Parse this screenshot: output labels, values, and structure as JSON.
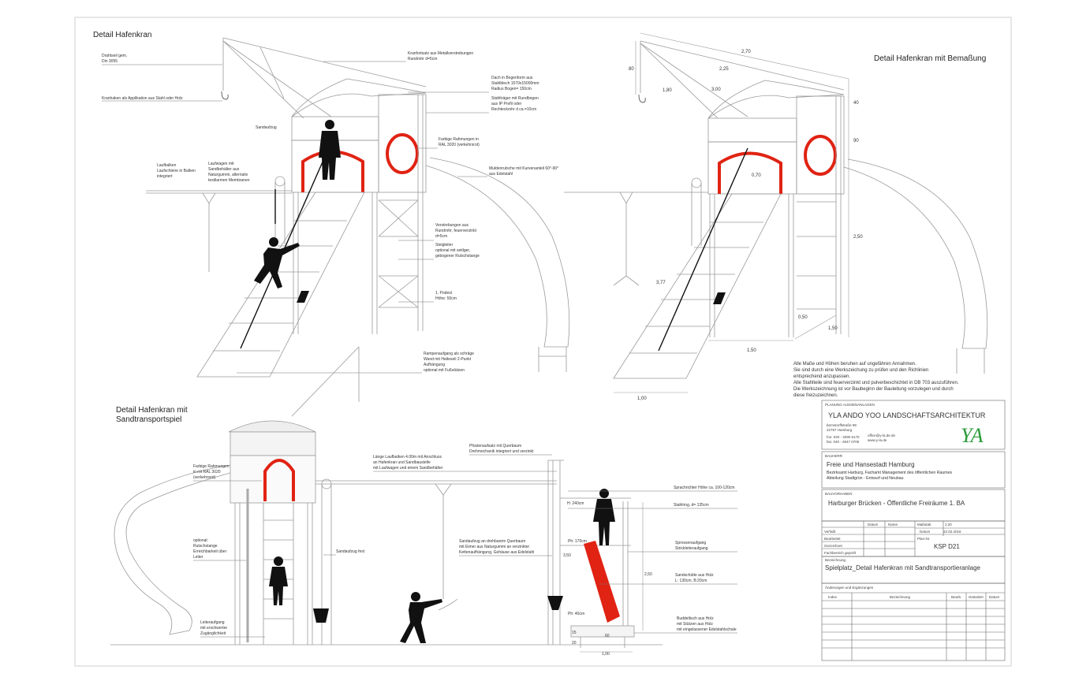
{
  "titles": {
    "detail": "Detail Hafenkran",
    "dimensioned": "Detail Hafenkran mit Bemaßung",
    "sand_line1": "Detail Hafenkran mit",
    "sand_line2": "Sandtransportspiel"
  },
  "labels_left": {
    "drahtseil": [
      "Drahtseil gem.",
      "Din 3055"
    ],
    "kranhaken": "Kranhaken als Applikation aus Stahl oder Holz",
    "sandaufzug": "Sandaufzug",
    "laufbalken": [
      "Laufbalken",
      "Laufschiene in Balken",
      "integriert"
    ],
    "laufwagen": [
      "Laufwagen mit",
      "Sandbehälter aus",
      "Naturgummi, alternativ",
      "textilarmen Membranen"
    ],
    "kranfortsatz": [
      "Kranfortsatz aus Metallverstrebungen",
      "Rundrohr d=5cm"
    ],
    "dach": [
      "Dach in Bogenform aus",
      "Stahlblech 1570x15000mm",
      "Radius Bogen= 150cm"
    ],
    "stahltraeger": [
      "Stahlträger mit Rundbogen",
      "aus IP Profil oder",
      "Rechteckrohr d ca.=10cm"
    ],
    "rahmungen": [
      "Farbige Rahmungen in",
      "RAL 3020 (verkehrsrot)"
    ],
    "rutsche": [
      "Muldenrutsche mit Kurvenanteil 60°-90°",
      "aus Edelstahl"
    ],
    "verstrebungen": [
      "Verstrebungen aus",
      "Rundrohr, feuerverzinkt",
      "d=5cm"
    ],
    "steigleiter": [
      "Steigleiter",
      "optional mit seitlger,",
      "gebogener Rutschstange"
    ],
    "podest": [
      "1. Podest",
      "Höhe: 50cm"
    ],
    "rampe": [
      "Rampenaufgang als schräge",
      "Wand mit Halteseil 2-Punkt",
      "Aufhängung",
      "optional mit Fußstützen"
    ]
  },
  "dimensions_right": [
    "2,70",
    "2,25",
    "3,00",
    "1,80",
    "80",
    "40",
    "90",
    "0,70",
    "2,50",
    "3,77",
    "0,50",
    "1,50",
    "1,50",
    "1,00"
  ],
  "note": [
    "Alle Maße und Höhen beruhen auf ungefähren Annahmen.",
    "Sie sind durch eine Werkszeichung zu prüfen und den Richlinien",
    "entsprechend anzupassen.",
    "Alle Stahlteile sind feuerverzinkt und pulverbeschichtet in DB 703 auszuführen.",
    "Die Werkszeichnung ist vor Baubeginn der Bauleitung vorzulegen und durch",
    "diese freizuzeichnen."
  ],
  "labels_bottom": {
    "rahmungen": [
      "Farbige Rahmungen",
      "in rot RAL 3020",
      "(verkehrsrot)"
    ],
    "rutschstange": [
      "optional:",
      "Rutschstange",
      "Erreichbarkeit über",
      "Leiter"
    ],
    "leiteraufgang": [
      "Leiteraufgang",
      "mit erschwerter",
      "Zugänglichkeit"
    ],
    "laufbalken": [
      "Länge Laufbalken 4.00m mit Anschluss",
      "an Hafenkran und Sandbaustelle",
      "mit Laufwagen und einem Sandbehälter"
    ],
    "sandaufzug_fest": "Sandaufzug fest",
    "pfostenaufsatz": [
      "Pfostenaufsatz mit Querbaum",
      "Drehmechanik integriert und verzinkt"
    ],
    "sandaufzug_dreh": [
      "Sandaufzug an drehbarem Querbaum",
      "mit Eimer aus Naturgummi an verzinkter",
      "Kettenaufhängung, Gehäuse aus Edelstahl"
    ],
    "sprachrichter": "Sprachrichter Höhe ca. 100-120cm",
    "stahlring": "Stahlring, d= 135cm",
    "sprossen": [
      "Sprossenaufgang",
      "Strickleiteraufgang"
    ],
    "sandschuette": [
      "Sandschütte aus Holz",
      "L: 130cm, B:20cm"
    ],
    "buddeltisch": [
      "Buddeltisch aus Holz",
      "mit Stützen aus Holz",
      "mit eingelassener Edelstahlschale"
    ],
    "dims": [
      "H: 240cm",
      "Ph: 170cm",
      "3,50",
      "2,50",
      "Ph: 40cm",
      "60",
      "1,00",
      "15",
      "20"
    ]
  },
  "titleblock": {
    "planung_hdr": "PLANUNG AUSSENANLAGEN",
    "firm": "YLA   ANDO YOO LANDSCHAFTSARCHITEKTUR",
    "address": [
      "bernstorffstraße 99",
      "22767 Hamburg"
    ],
    "phone": [
      "fon: 040 - 3290 5170",
      "fax: 040 - 2847 0705"
    ],
    "mail": [
      "office@y-la.de.de",
      "www.y-la.de"
    ],
    "logo": "YA",
    "bauherr_hdr": "BAUHERR",
    "bauherr": "Freie und Hansestadt Hamburg",
    "bauherr_sub": [
      "Bezirksamt Harburg, Fachamt Management des öffentlichen Raumes",
      "Abteilung Stadtgrün - Entwurf und Neubau"
    ],
    "vorhaben_hdr": "BAUVORHABEN",
    "vorhaben": "Harburger Brücken - Öffentliche Freiräume 1. BA",
    "grid_head": [
      "Datum",
      "Name",
      "Maßstab",
      "1:20"
    ],
    "grid_rows": [
      "Verfaßt",
      "Bearbeitet",
      "Gezeichnet",
      "Fachbereich geprüft"
    ],
    "datum_lbl": "Datum",
    "datum_val": "22.02.2016",
    "plan_nr_lbl": "Plan-Nr.",
    "plan_nr": "KSP D21",
    "bezeichnung_hdr": "Bezeichnung",
    "bezeichnung": "Spielplatz_Detail Hafenkran mit Sandtransportieranlage",
    "aenderungen_hdr": "Änderungen und Ergänzungen",
    "aend_cols": [
      "Index",
      "Bezeichnung",
      "Bearb.",
      "Geändert",
      "Datum"
    ]
  },
  "colors": {
    "accent_red": "#e02313",
    "line_gray": "#9a9a9a",
    "logo_green": "#2a9b3a"
  }
}
